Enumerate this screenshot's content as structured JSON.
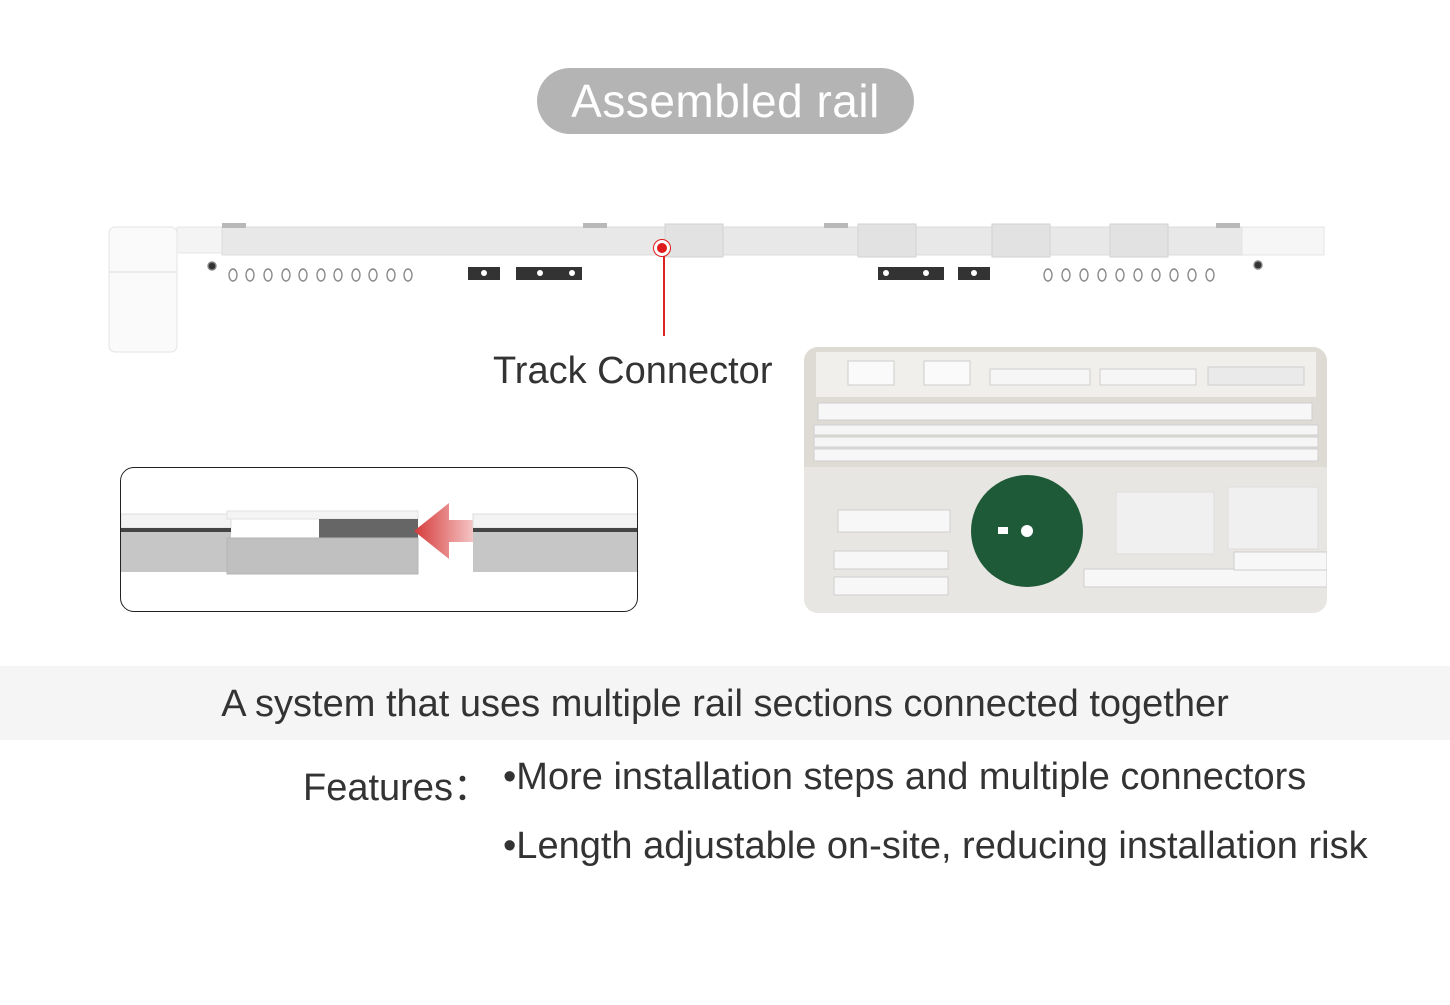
{
  "header": {
    "title": "Assembled rail"
  },
  "diagram": {
    "callout_label": "Track Connector",
    "accent_color": "#e01b1b",
    "detail_inset": {
      "description": "rail-sections-joined-by-connector",
      "arrow_color": "#d94848"
    },
    "kit_photo": {
      "description": "unassembled-rail-kit-parts"
    }
  },
  "summary": {
    "text": "A system that uses multiple rail sections connected together"
  },
  "features": {
    "label": "Features：",
    "items": [
      "•More installation steps and multiple connectors",
      "•Length adjustable on-site, reducing installation risk"
    ]
  }
}
